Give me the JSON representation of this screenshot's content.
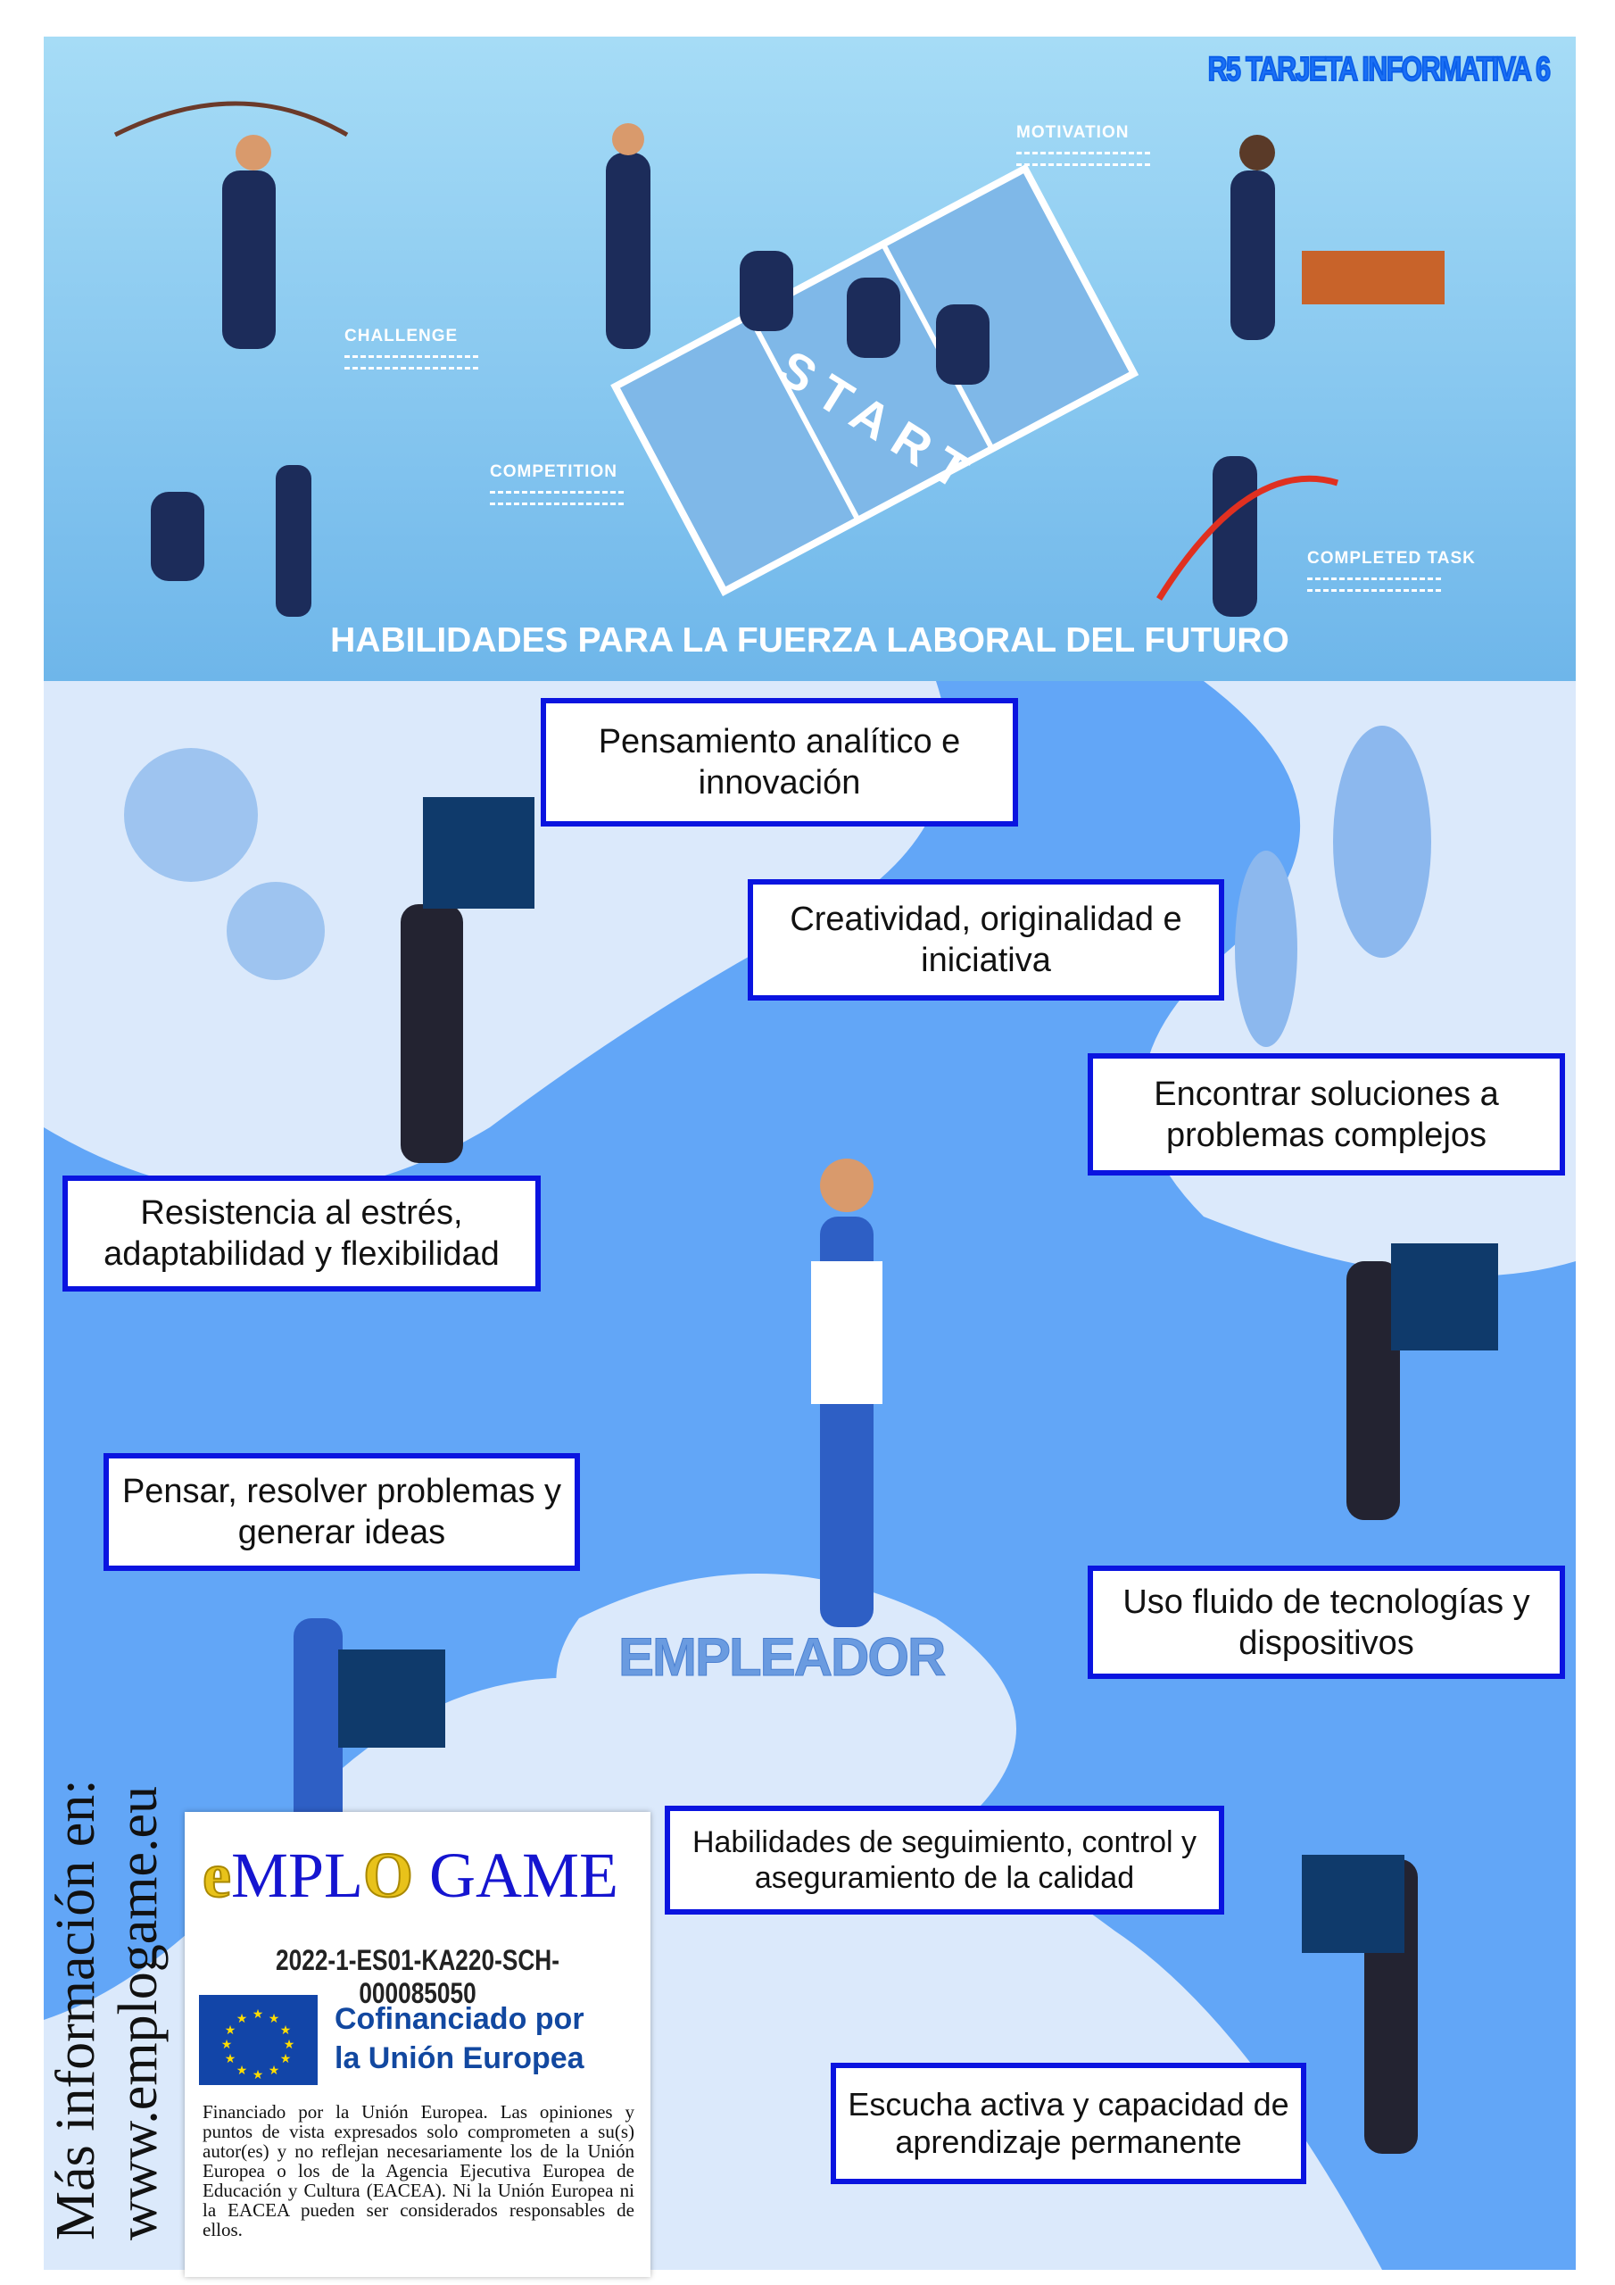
{
  "header": {
    "card_id": "R5 TARJETA INFORMATIVA 6",
    "title": "HABILIDADES PARA LA FUERZA LABORAL DEL FUTURO",
    "tags": {
      "challenge": "CHALLENGE",
      "competition": "COMPETITION",
      "motivation": "MOTIVATION",
      "completed": "COMPLETED TASK",
      "start": "START"
    }
  },
  "skills": [
    "Pensamiento analítico e innovación",
    "Creatividad, originalidad e iniciativa",
    "Encontrar soluciones a problemas complejos",
    "Resistencia al estrés, adaptabilidad y flexibilidad",
    "Pensar, resolver problemas y generar ideas",
    "Uso fluido de tecnologías y dispositivos",
    "Habilidades de seguimiento, control y aseguramiento de la calidad",
    "Escucha activa y capacidad de aprendizaje permanente"
  ],
  "center_label": "EMPLEADOR",
  "more_info": {
    "line1": "Más información en:",
    "line2": "www.emplogame.eu"
  },
  "logo": {
    "wordmark": "EMPLOGAME",
    "project_id": "2022-1-ES01-KA220-SCH-000085050",
    "cofinanced_line1": "Cofinanciado por",
    "cofinanced_line2": "la Unión Europea",
    "disclaimer": "Financiado por la Unión Europea. Las opiniones y puntos de vista expresados solo comprometen a su(s) autor(es) y no reflejan necesariamente los de la Unión Europea o los de la Agencia Ejecutiva Europea de Educación y Cultura (EACEA). Ni la Unión Europea ni la EACEA pueden ser considerados responsables de ellos."
  },
  "colors": {
    "box_border": "#0a14e0",
    "banner": "#8ccbf1",
    "river": "#62a6f7"
  }
}
